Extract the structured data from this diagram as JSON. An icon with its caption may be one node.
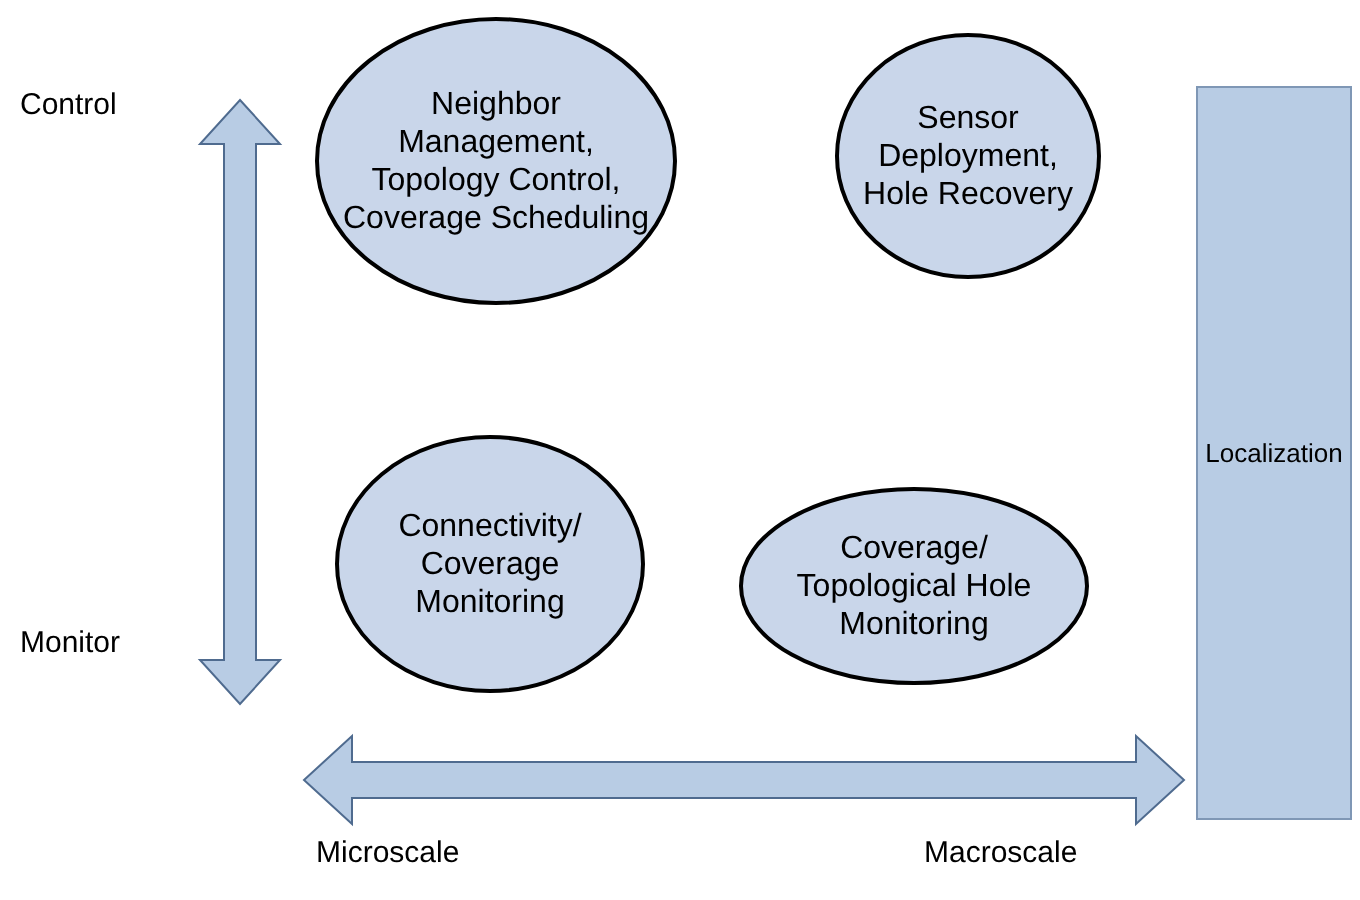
{
  "diagram": {
    "nodes": [
      {
        "text": [
          "Neighbor Management, Topology Control, Coverage Scheduling"
        ]
      },
      {
        "text": [
          "Sensor Deployment, Hole Recovery"
        ]
      },
      {
        "text": [
          "Localization"
        ]
      },
      {
        "text": [
          "Connectivity/ Coverage Monitoring"
        ]
      },
      {
        "text": [
          "Coverage/ Topological Hole Monitoring"
        ]
      }
    ],
    "edges": [],
    "labels": [
      "Control",
      "Monitor",
      "Microscale",
      "Macroscale"
    ]
  }
}
